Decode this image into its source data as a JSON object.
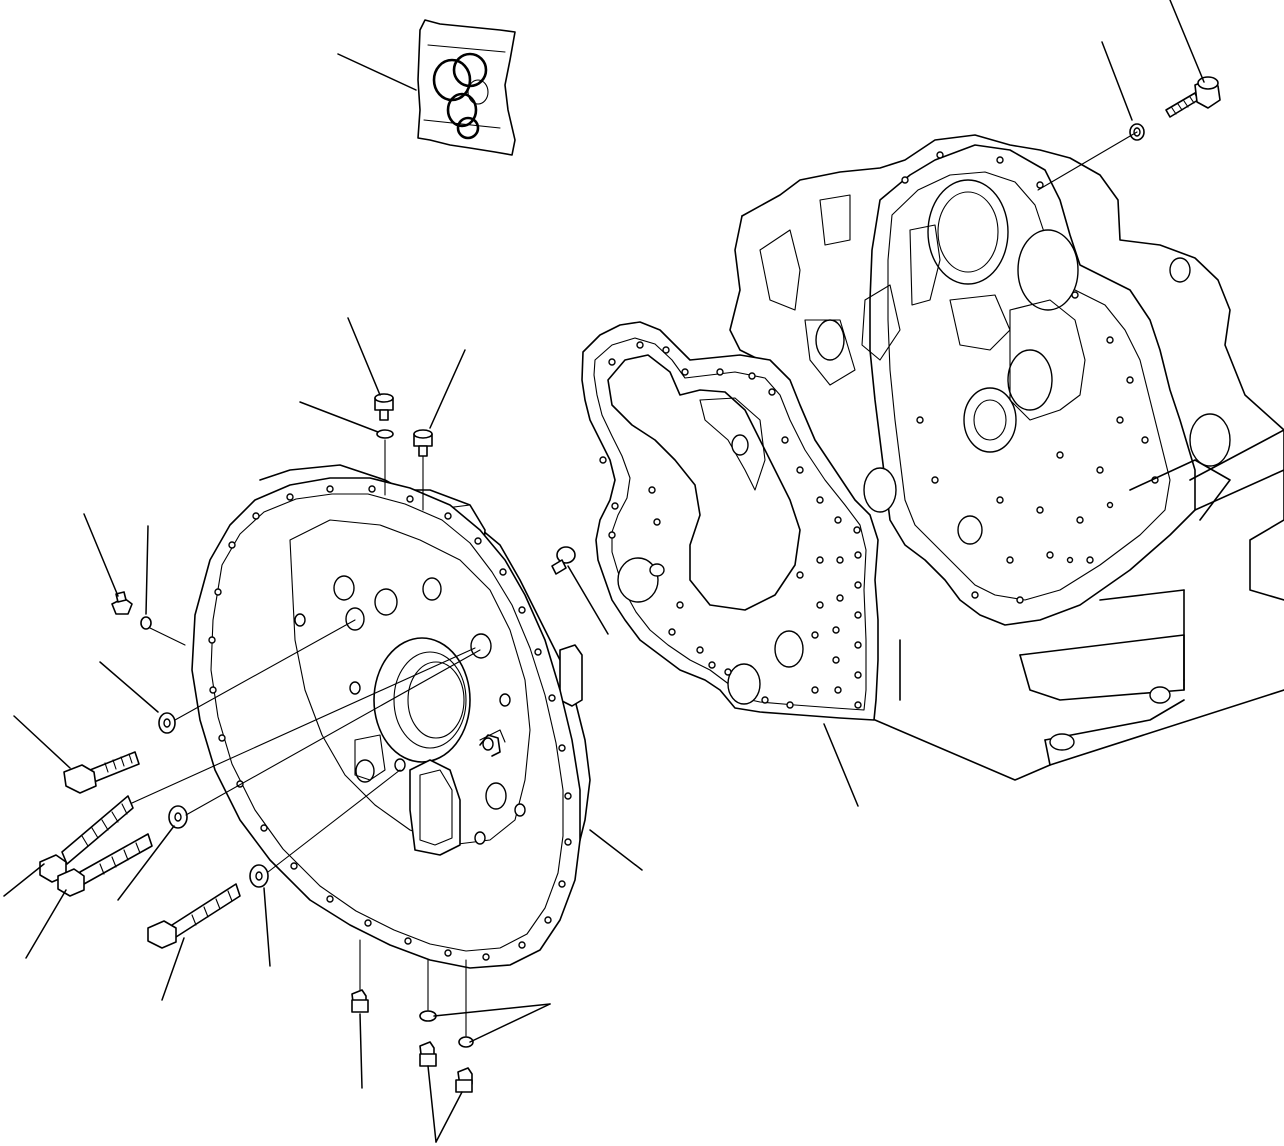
{
  "diagram": {
    "type": "exploded-parts-illustration",
    "callouts": [],
    "parts": [
      "seal-kit-packet",
      "engine-block",
      "front-plate-gasket",
      "flywheel-housing",
      "mounting-bolts",
      "washers",
      "flange-bolts",
      "o-rings"
    ]
  }
}
